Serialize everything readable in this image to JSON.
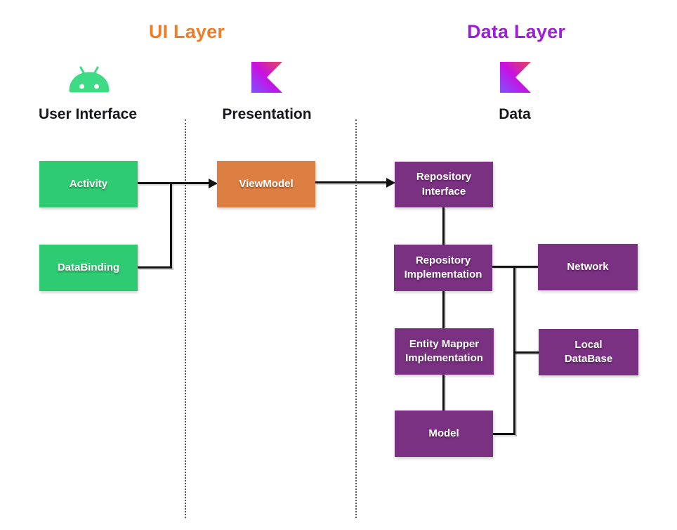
{
  "titles": {
    "ui_layer": "UI Layer",
    "data_layer": "Data Layer"
  },
  "columns": {
    "user_interface": "User Interface",
    "presentation": "Presentation",
    "data": "Data"
  },
  "nodes": {
    "activity": "Activity",
    "databinding": "DataBinding",
    "viewmodel": "ViewModel",
    "repository_interface": "Repository\nInterface",
    "repository_implementation": "Repository\nImplementation",
    "entity_mapper_implementation": "Entity Mapper\nImplementation",
    "model": "Model",
    "network": "Network",
    "local_database": "Local\nDataBase"
  },
  "icons": {
    "android": "android-icon",
    "kotlin_presentation": "kotlin-icon",
    "kotlin_data": "kotlin-icon"
  },
  "colors": {
    "ui_layer_title": "#ED7D2B",
    "data_layer_title": "#9D1FD4",
    "green_node": "#2FCB72",
    "orange_node": "#DD7E43",
    "purple_node": "#7B3182",
    "android_green": "#3DDC84",
    "kotlin_gradient": [
      "#7F52FF",
      "#C711E1",
      "#E44857"
    ],
    "connector": "#121212"
  }
}
